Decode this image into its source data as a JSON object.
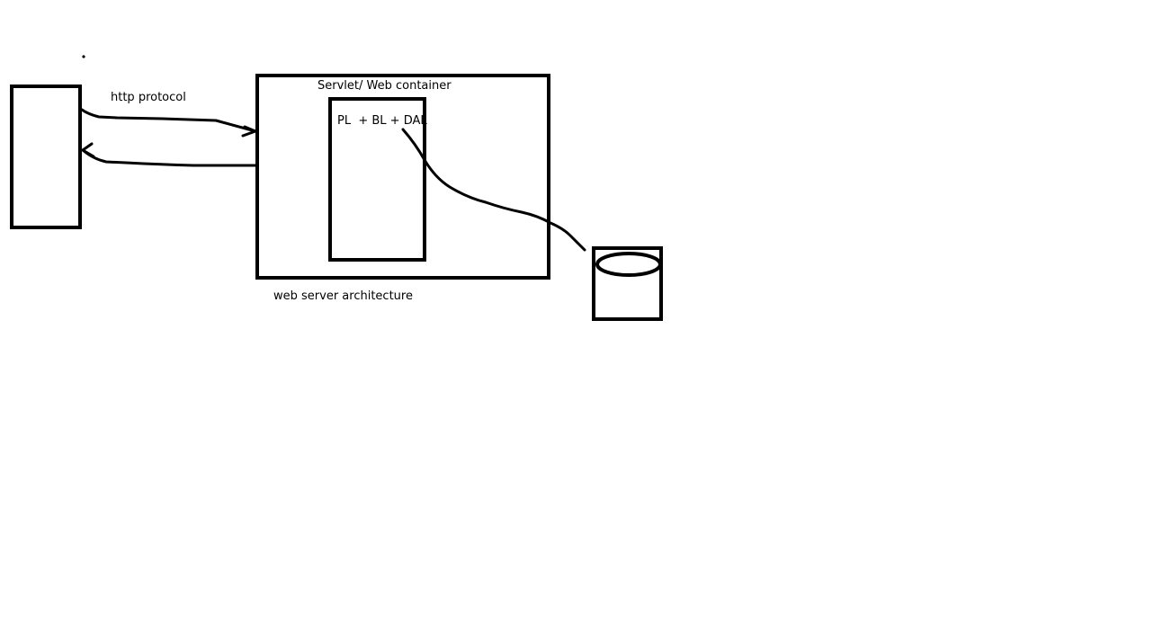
{
  "labels": {
    "http_protocol": "http protocol",
    "web_container": "Servlet/ Web container",
    "layers": "PL  + BL + DAL",
    "architecture": "web server architecture"
  },
  "colors": {
    "ink": "#000000",
    "background": "#ffffff"
  }
}
